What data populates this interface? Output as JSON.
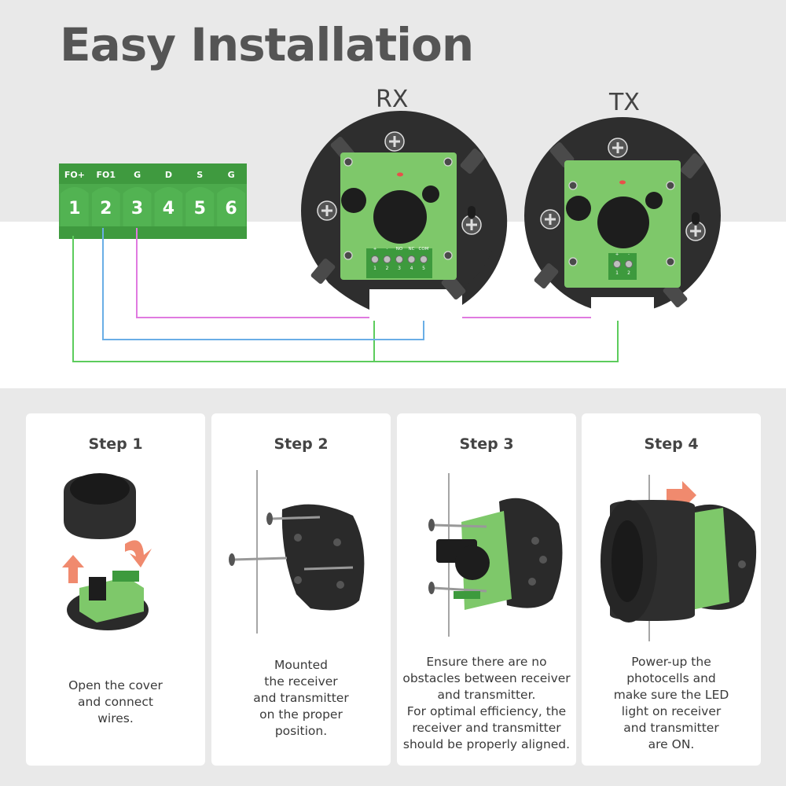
{
  "title": "Easy Installation",
  "devices": {
    "rx_label": "RX",
    "tx_label": "TX",
    "rx_terminal": {
      "signs": [
        "+",
        "-",
        "NO",
        "NC",
        "COM"
      ],
      "numbers": [
        "1",
        "2",
        "3",
        "4",
        "5"
      ]
    },
    "tx_terminal": {
      "signs": [
        "+",
        "-"
      ],
      "numbers": [
        "1",
        "2"
      ]
    }
  },
  "terminal_block": {
    "labels": [
      "FO+",
      "FO1",
      "G",
      "D",
      "S",
      "G"
    ],
    "numbers": [
      "1",
      "2",
      "3",
      "4",
      "5",
      "6"
    ]
  },
  "colors": {
    "terminal_green": "#4caa4c",
    "wire_green": "#5ccc5c",
    "wire_blue": "#6aaee6",
    "wire_pink": "#e07ae0",
    "pcb_green": "#7ec86a",
    "arrow": "#f08a6e",
    "housing": "#2e2e2e"
  },
  "steps": [
    {
      "title": "Step 1",
      "lines": [
        "Open the cover",
        "and connect",
        "wires."
      ]
    },
    {
      "title": "Step 2",
      "lines": [
        "Mounted",
        "the receiver",
        "and transmitter",
        "on the proper",
        "position."
      ]
    },
    {
      "title": "Step 3",
      "lines": [
        "Ensure there are no",
        "obstacles between receiver",
        "and transmitter.",
        "For optimal efficiency, the",
        "receiver and transmitter",
        "should be properly aligned."
      ]
    },
    {
      "title": "Step 4",
      "lines": [
        "Power-up the",
        "photocells and",
        "make sure the LED",
        "light on receiver",
        "and transmitter",
        "are ON."
      ]
    }
  ]
}
